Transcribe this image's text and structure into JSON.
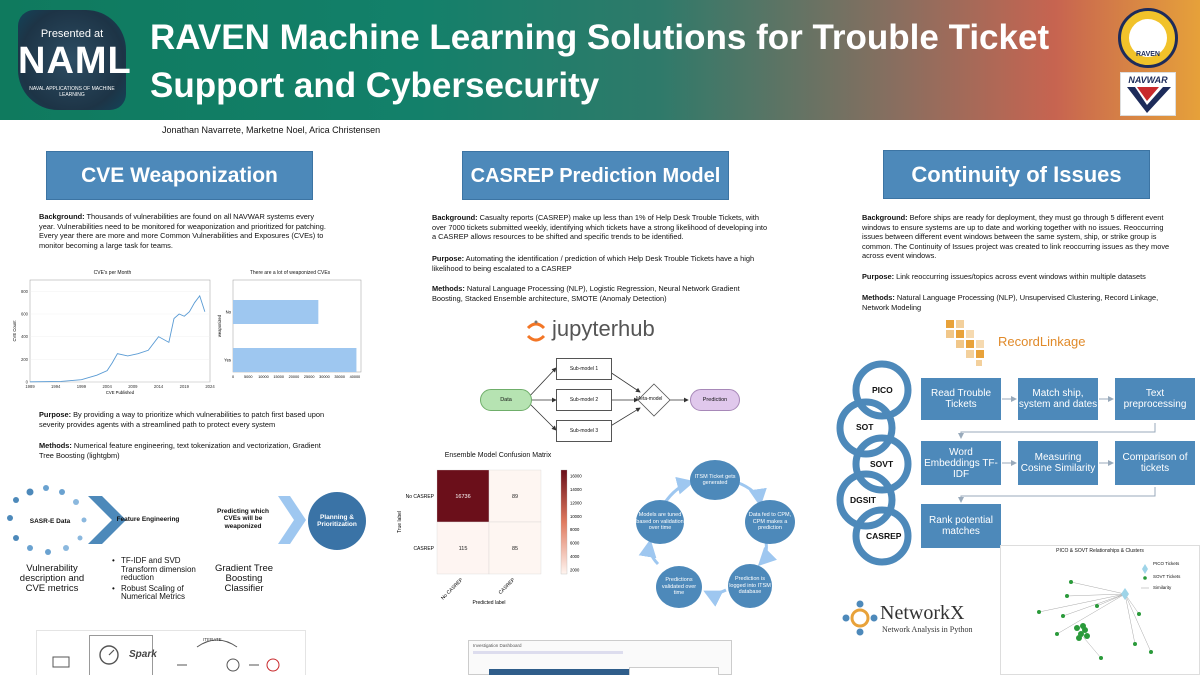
{
  "header": {
    "logo_top": "Presented at",
    "logo_main": "NAML",
    "logo_sub": "NAVAL APPLICATIONS OF MACHINE LEARNING",
    "title": "RAVEN Machine Learning Solutions for Trouble Ticket Support and Cybersecurity",
    "raven_label": "RAVEN",
    "navwar_label": "NAVWAR"
  },
  "authors": "Jonathan Navarrete, Marketne Noel, Arica Christensen",
  "col1": {
    "heading": "CVE Weaponization",
    "background_label": "Background:",
    "background": " Thousands of vulnerabilities are found on all NAVWAR systems every year. Vulnerabilities need to be monitored for weaponization and prioritized for patching. Every year there are more and more Common Vulnerabilities and Exposures (CVEs) to monitor becoming a large task for teams.",
    "purpose_label": "Purpose:",
    "purpose": " By providing a way to prioritize which vulnerabilities to patch first based upon severity provides agents with a streamlined path to protect every system",
    "methods_label": "Methods:",
    "methods": " Numerical feature engineering, text tokenization and vectorization, Gradient Tree Boosting (lightgbm)",
    "pipeline": {
      "sasr": "SASR-E Data",
      "fe": "Feature Engineering",
      "pred": "Predicting which CVEs will be weaponized",
      "plan": "Planning & Prioritization",
      "sub1": "Vulnerability description and CVE metrics",
      "bullet1": "TF-IDF and SVD Transform dimension reduction",
      "bullet2": "Robust Scaling of Numerical Metrics",
      "sub3": "Gradient Tree Boosting Classifier"
    },
    "bottom": {
      "iterate": "ITERATE",
      "spark": "Spark"
    }
  },
  "col2": {
    "heading": "CASREP Prediction Model",
    "background_label": "Background:",
    "background": "  Casualty reports (CASREP) make up less than 1% of Help Desk Trouble Tickets, with over 7000 tickets submitted weekly, identifying which tickets have a strong likelihood of developing into a CASREP allows resources to be shifted and specific trends to be identified.",
    "purpose_label": "Purpose:",
    "purpose": " Automating the identification / prediction of which Help Desk Trouble Tickets have a high likelihood to being escalated to a CASREP",
    "methods_label": "Methods:",
    "methods": " Natural Language Processing (NLP), Logistic Regression, Neural Network Gradient Boosting, Stacked Ensemble architecture, SMOTE (Anomaly Detection)",
    "jupyter": "jupyterhub",
    "flow": {
      "data": "Data",
      "sub1": "Sub-model 1",
      "sub2": "Sub-model 2",
      "sub3": "Sub-model 3",
      "meta": "Meta-model",
      "prediction": "Prediction"
    },
    "cycle": {
      "c1": "ITSM Ticket gets generated",
      "c2": "Data fed to CPM, CPM makes a prediction",
      "c3": "Prediction is logged into ITSM database",
      "c4": "Predictions validated over time",
      "c5": "Models are tuned based on validation over time"
    },
    "dashboard_title": "Investigation Dashboard"
  },
  "col3": {
    "heading": "Continuity of Issues",
    "background_label": "Background:",
    "background": "  Before ships are ready for deployment, they must go through 5 different event windows to ensure systems are up to date and working together with no issues. Reoccurring issues between different event windows between the same system, ship, or strike group is common. The Continuity of Issues project was created to link reoccurring issues as they move across event windows.",
    "purpose_label": "Purpose:",
    "purpose": " Link reoccurring issues/topics across event windows within multiple datasets",
    "methods_label": "Methods:",
    "methods": " Natural Language Processing (NLP), Unsupervised Clustering, Record Linkage, Network Modeling",
    "recordlinkage": "RecordLinkage",
    "rings": [
      "PICO",
      "SOT",
      "SOVT",
      "DGSIT",
      "CASREP"
    ],
    "steps": [
      "Read Trouble Tickets",
      "Match ship, system and dates",
      "Text preprocessing",
      "Word Embeddings TF-IDF",
      "Measuring Cosine Similarity",
      "Comparison of tickets",
      "Rank potential matches"
    ],
    "networkx": "NetworkX",
    "networkx_sub": "Network Analysis in Python",
    "network_chart_title": "PICO & SOVT Relationships & Clusters",
    "network_legend": [
      "PICO Tickets",
      "SOVT Tickets",
      "Similarity"
    ]
  },
  "colors": {
    "header_accent": "#4d89ba",
    "bar": "#9ec7f0",
    "line": "#5a9bd4",
    "cm_dark": "#6b0f1a"
  },
  "chart_data": [
    {
      "type": "line",
      "title": "CVE's per Month",
      "xlabel": "CVE Published",
      "ylabel": "CVE Count",
      "x_ticks": [
        "1989",
        "1994",
        "1999",
        "2004",
        "2009",
        "2014",
        "2019",
        "2024"
      ],
      "y_ticks": [
        "0",
        "200",
        "400",
        "600",
        "800"
      ],
      "xlim": [
        1989,
        2024
      ],
      "ylim": [
        0,
        900
      ],
      "x": [
        1989,
        1995,
        1999,
        2002,
        2004,
        2005,
        2006,
        2008,
        2010,
        2012,
        2014,
        2016,
        2017,
        2018,
        2019,
        2020,
        2021,
        2022,
        2023
      ],
      "y": [
        2,
        5,
        20,
        60,
        100,
        170,
        250,
        230,
        250,
        280,
        400,
        350,
        560,
        600,
        580,
        620,
        700,
        760,
        620
      ]
    },
    {
      "type": "bar",
      "title": "There are a lot of weaponized CVEs",
      "orientation": "horizontal",
      "categories": [
        "No",
        "Yes"
      ],
      "values": [
        28000,
        40500
      ],
      "ylabel": "weaponized",
      "x_ticks": [
        "0",
        "5000",
        "10000",
        "15000",
        "20000",
        "25000",
        "30000",
        "35000",
        "40000"
      ],
      "xlim": [
        0,
        42000
      ]
    },
    {
      "type": "heatmap",
      "title": "Ensemble Model Confusion Matrix",
      "rows": [
        "No CASREP",
        "CASREP"
      ],
      "cols": [
        "No CASREP",
        "CASREP"
      ],
      "values": [
        [
          16736,
          89
        ],
        [
          115,
          85
        ]
      ],
      "xlabel": "Predicted label",
      "ylabel": "True label",
      "colorbar_ticks": [
        "16000",
        "14000",
        "12000",
        "10000",
        "8000",
        "6000",
        "4000",
        "2000"
      ]
    }
  ]
}
